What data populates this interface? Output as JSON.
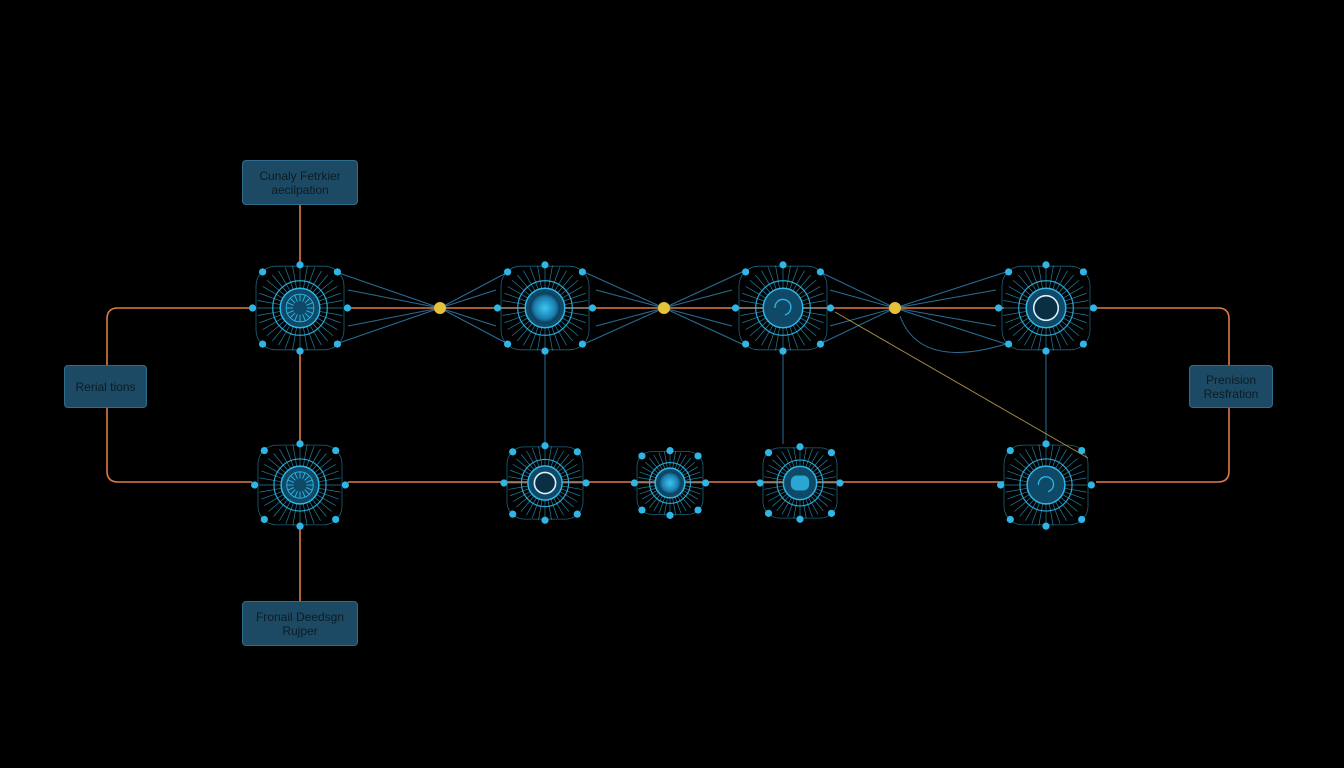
{
  "colors": {
    "background": "#000000",
    "orange_wire": "#e07a45",
    "blue_wire": "#2a6e96",
    "node_cyan": "#2fb6e6",
    "node_core": "#0e4a68",
    "junction": "#e6c23a",
    "label_fill": "#1c4a64",
    "label_text": "#0d1b24"
  },
  "labels": {
    "top": {
      "line1": "Cunaly Fetrkier",
      "line2": "aecilpation"
    },
    "bottom": {
      "line1": "Fronail Deedsgn",
      "line2": "Rujper"
    },
    "left": {
      "line1": "Rerial tions"
    },
    "right": {
      "line1": "Prenision",
      "line2": "Resfration"
    }
  },
  "nodes": [
    {
      "id": "top-1",
      "row": "top",
      "core": "gear"
    },
    {
      "id": "top-2",
      "row": "top",
      "core": "solid"
    },
    {
      "id": "top-3",
      "row": "top",
      "core": "swirl"
    },
    {
      "id": "top-4",
      "row": "top",
      "core": "ring"
    },
    {
      "id": "bottom-1",
      "row": "bottom",
      "core": "gear"
    },
    {
      "id": "bottom-2",
      "row": "bottom",
      "core": "ring"
    },
    {
      "id": "bottom-3",
      "row": "bottom",
      "core": "solid"
    },
    {
      "id": "bottom-4",
      "row": "bottom",
      "core": "blob"
    },
    {
      "id": "bottom-5",
      "row": "bottom",
      "core": "swirl"
    }
  ],
  "junctions": [
    {
      "id": "junction-1"
    },
    {
      "id": "junction-2"
    },
    {
      "id": "junction-3"
    }
  ]
}
